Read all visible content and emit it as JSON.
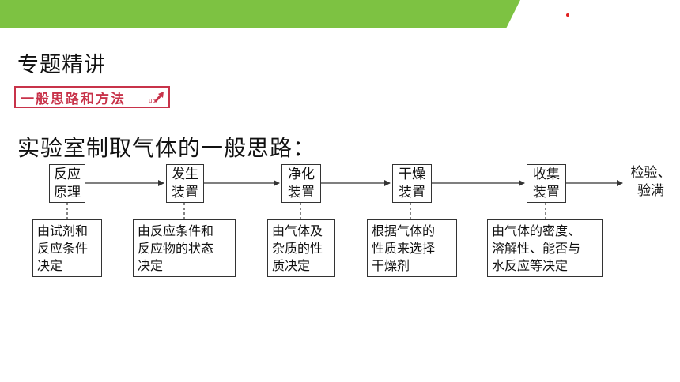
{
  "header": {
    "bar_color": "#7dc242",
    "accent_color": "#e02020"
  },
  "section_title": "专题精讲",
  "badge": {
    "label": "一般思路和方法",
    "icon": "up-arrow-icon",
    "color": "#c8334a"
  },
  "heading": "实验室制取气体的一般思路：",
  "flow": {
    "steps": [
      {
        "label": "反应\n原理",
        "note": "由试剂和\n反应条件\n决定"
      },
      {
        "label": "发生\n装置",
        "note": "由反应条件和\n反应物的状态\n决定"
      },
      {
        "label": "净化\n装置",
        "note": "由气体及\n杂质的性\n质决定"
      },
      {
        "label": "干燥\n装置",
        "note": "根据气体的\n性质来选择\n干燥剂"
      },
      {
        "label": "收集\n装置",
        "note": "由气体的密度、\n溶解性、能否与\n水反应等决定"
      },
      {
        "label": "检验、\n验满",
        "note": ""
      }
    ]
  }
}
